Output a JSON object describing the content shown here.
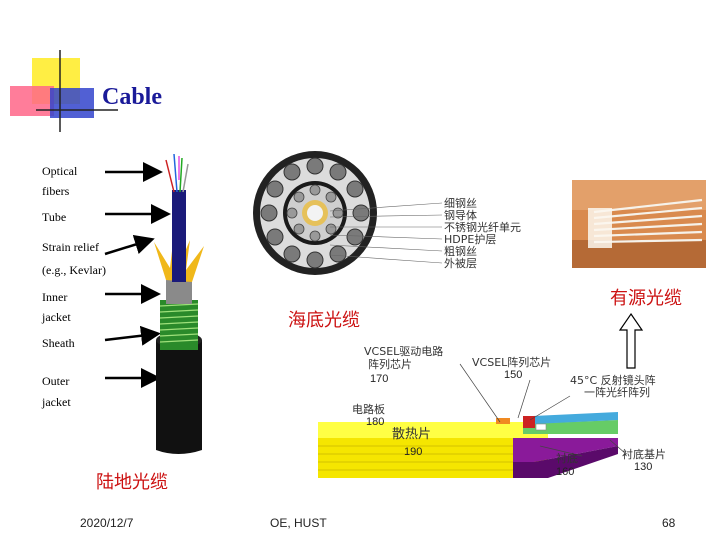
{
  "title": "Cable",
  "land_cable": {
    "labels": [
      "Optical",
      "fibers",
      "Tube",
      "Strain relief",
      "(e.g., Kevlar)",
      "Inner",
      "jacket",
      "Sheath",
      "Outer",
      "jacket"
    ],
    "caption": "陆地光缆"
  },
  "submarine_cable": {
    "caption": "海底光缆",
    "legend": [
      "细钢丝",
      "钢导体",
      "不锈钢光纤单元",
      "HDPE护层",
      "粗钢丝",
      "外被层"
    ]
  },
  "active_cable": {
    "caption": "有源光缆",
    "labels": {
      "driver": "VCSEL驱动电路",
      "driver2": "阵列芯片",
      "driver_num": "170",
      "chip": "VCSEL阵列芯片",
      "chip_num": "150",
      "angle": "45°C 反射镜头阵",
      "angle2": "一阵光纤阵列",
      "board": "电路板",
      "board_num": "180",
      "heatsink": "散热片",
      "heatsink_num": "190",
      "substrate": "衬底",
      "substrate_num": "160",
      "base": "衬底基片",
      "base_num": "130"
    }
  },
  "footer": {
    "date": "2020/12/7",
    "center": "OE, HUST",
    "page": "68"
  }
}
